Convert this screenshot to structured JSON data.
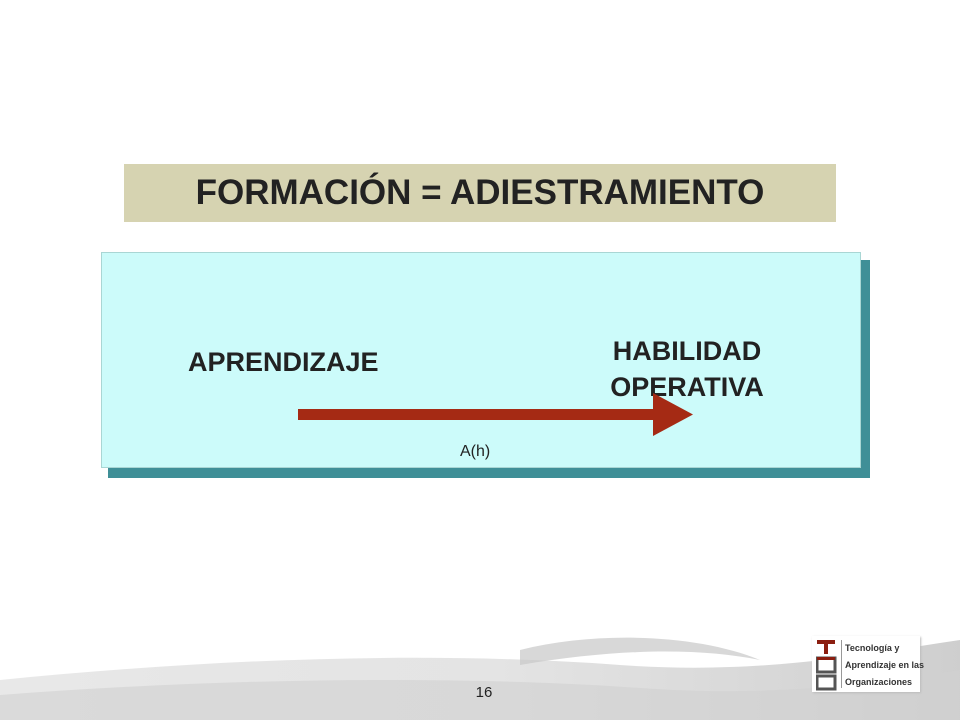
{
  "title": "FORMACIÓN = ADIESTRAMIENTO",
  "diagram": {
    "source_label": "APRENDIZAJE",
    "target_label_line1": "HABILIDAD",
    "target_label_line2": "OPERATIVA",
    "arrow_label": "A(h)"
  },
  "page_number": "16",
  "logo": {
    "line1": "Tecnología y",
    "line2": "Aprendizaje en las",
    "line3": "Organizaciones",
    "letters": "TAO"
  },
  "colors": {
    "title_background": "#d6d3b1",
    "panel_background": "#ccfbfa",
    "panel_shadow": "#3f8f97",
    "arrow": "#a52a14",
    "logo_accent": "#8b1e10"
  }
}
